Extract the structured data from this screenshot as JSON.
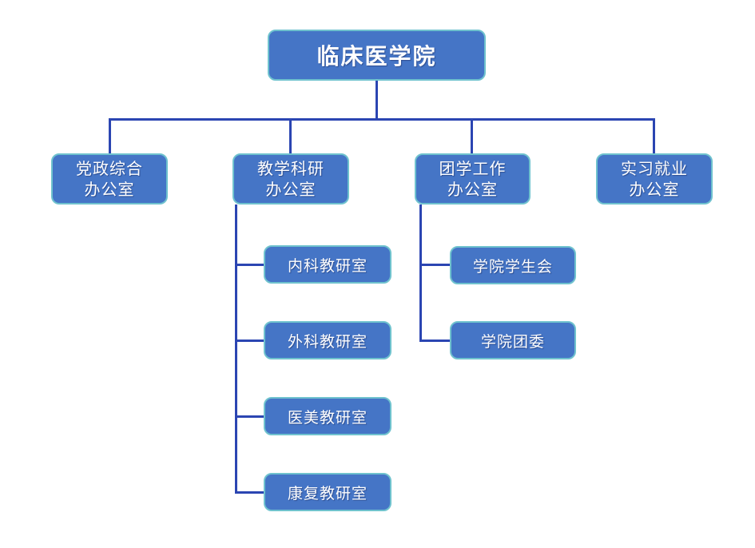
{
  "org_chart": {
    "root": {
      "label": "临床医学院"
    },
    "departments": [
      {
        "name": "党政综合办公室",
        "line1": "党政综合",
        "line2": "办公室",
        "children": []
      },
      {
        "name": "教学科研办公室",
        "line1": "教学科研",
        "line2": "办公室",
        "children": [
          "内科教研室",
          "外科教研室",
          "医美教研室",
          "康复教研室"
        ]
      },
      {
        "name": "团学工作办公室",
        "line1": "团学工作",
        "line2": "办公室",
        "children": [
          "学院学生会",
          "学院团委"
        ]
      },
      {
        "name": "实习就业办公室",
        "line1": "实习就业",
        "line2": "办公室",
        "children": []
      }
    ],
    "colors": {
      "node_fill": "#4575C6",
      "node_border": "#6FC2CE",
      "connector": "#2B45B2",
      "node_text": "#FFFFFF",
      "background": "#FFFFFF"
    }
  }
}
